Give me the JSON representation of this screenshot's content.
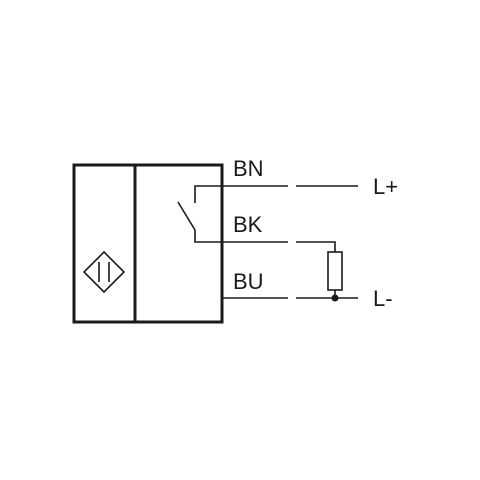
{
  "wires": {
    "brown": "BN",
    "black": "BK",
    "blue": "BU"
  },
  "supply": {
    "positive": "L+",
    "negative": "L-"
  },
  "colors": {
    "line": "#1a1a1a",
    "background": "#ffffff"
  }
}
